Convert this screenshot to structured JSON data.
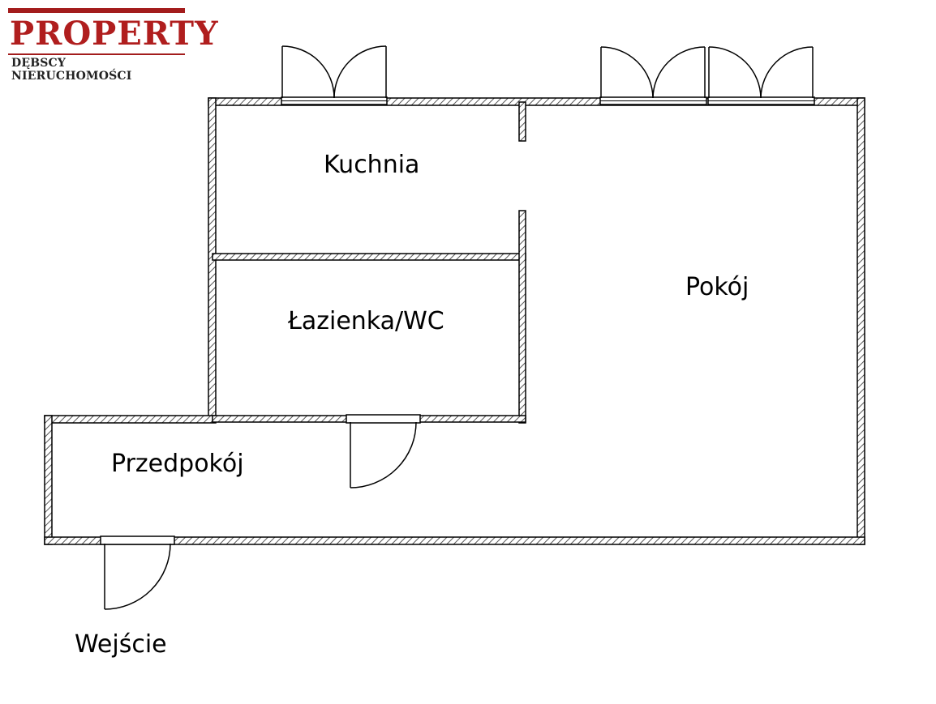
{
  "logo": {
    "name": "PROPERTY",
    "subtitle": "DĘBSCY NIERUCHOMOŚCI",
    "color": "#b01e1e"
  },
  "rooms": {
    "kitchen": "Kuchnia",
    "bathroom": "Łazienka/WC",
    "living_room": "Pokój",
    "hallway": "Przedpokój",
    "entrance": "Wejście"
  },
  "colors": {
    "wall_outline": "#000000",
    "wall_hatch": "#555555",
    "background": "#ffffff"
  }
}
